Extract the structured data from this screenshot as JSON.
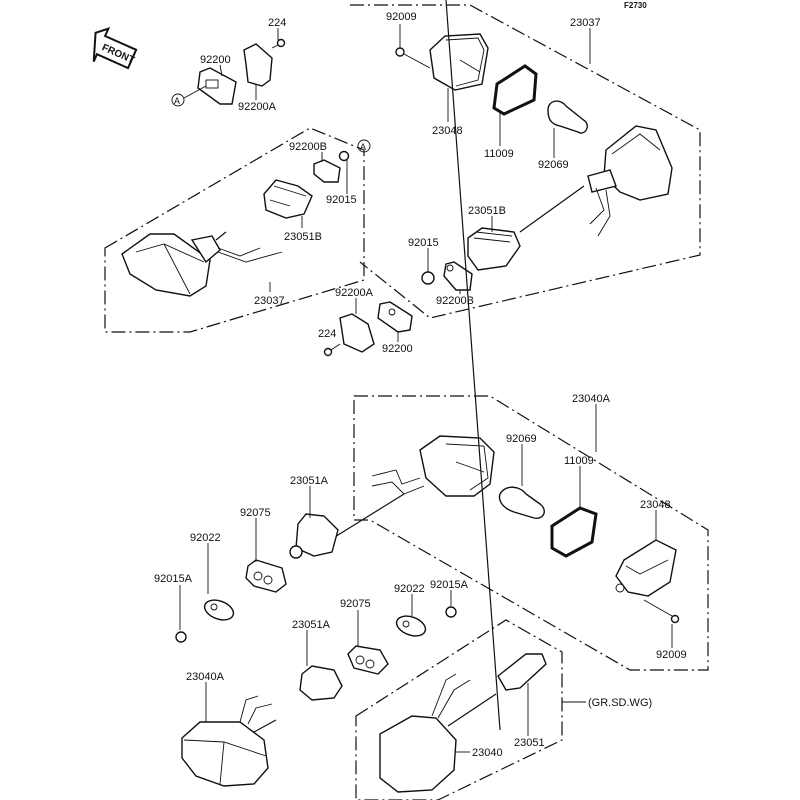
{
  "diagram": {
    "figure_code": "F2730",
    "front_arrow_label": "FRONT",
    "reference_marker": "A",
    "variant_note": "(GR.SD.WG)",
    "labels": {
      "p224_top": "224",
      "p92200_top": "92200",
      "p92200A_top": "92200A",
      "p92009_top": "92009",
      "p23037_top": "23037",
      "p23048_top": "23048",
      "p11009_top": "11009",
      "p92069_top": "92069",
      "p92200B_left": "92200B",
      "p92015_left": "92015",
      "p23051B_left": "23051B",
      "p23037_left": "23037",
      "p23051B_right": "23051B",
      "p92015_right": "92015",
      "p92200B_right": "92200B",
      "p92200A_mid": "92200A",
      "p224_mid": "224",
      "p92200_mid": "92200",
      "p23040A_right": "23040A",
      "p92069_bottom": "92069",
      "p11009_bottom": "11009",
      "p23048_bottom": "23048",
      "p92009_bottom": "92009",
      "p23051A_upper": "23051A",
      "p92075_left": "92075",
      "p92022_left": "92022",
      "p92015A_left": "92015A",
      "p92075_right": "92075",
      "p92022_right": "92022",
      "p92015A_right": "92015A",
      "p23051A_lower": "23051A",
      "p23040A_left": "23040A",
      "p23051": "23051",
      "p23040": "23040"
    }
  }
}
